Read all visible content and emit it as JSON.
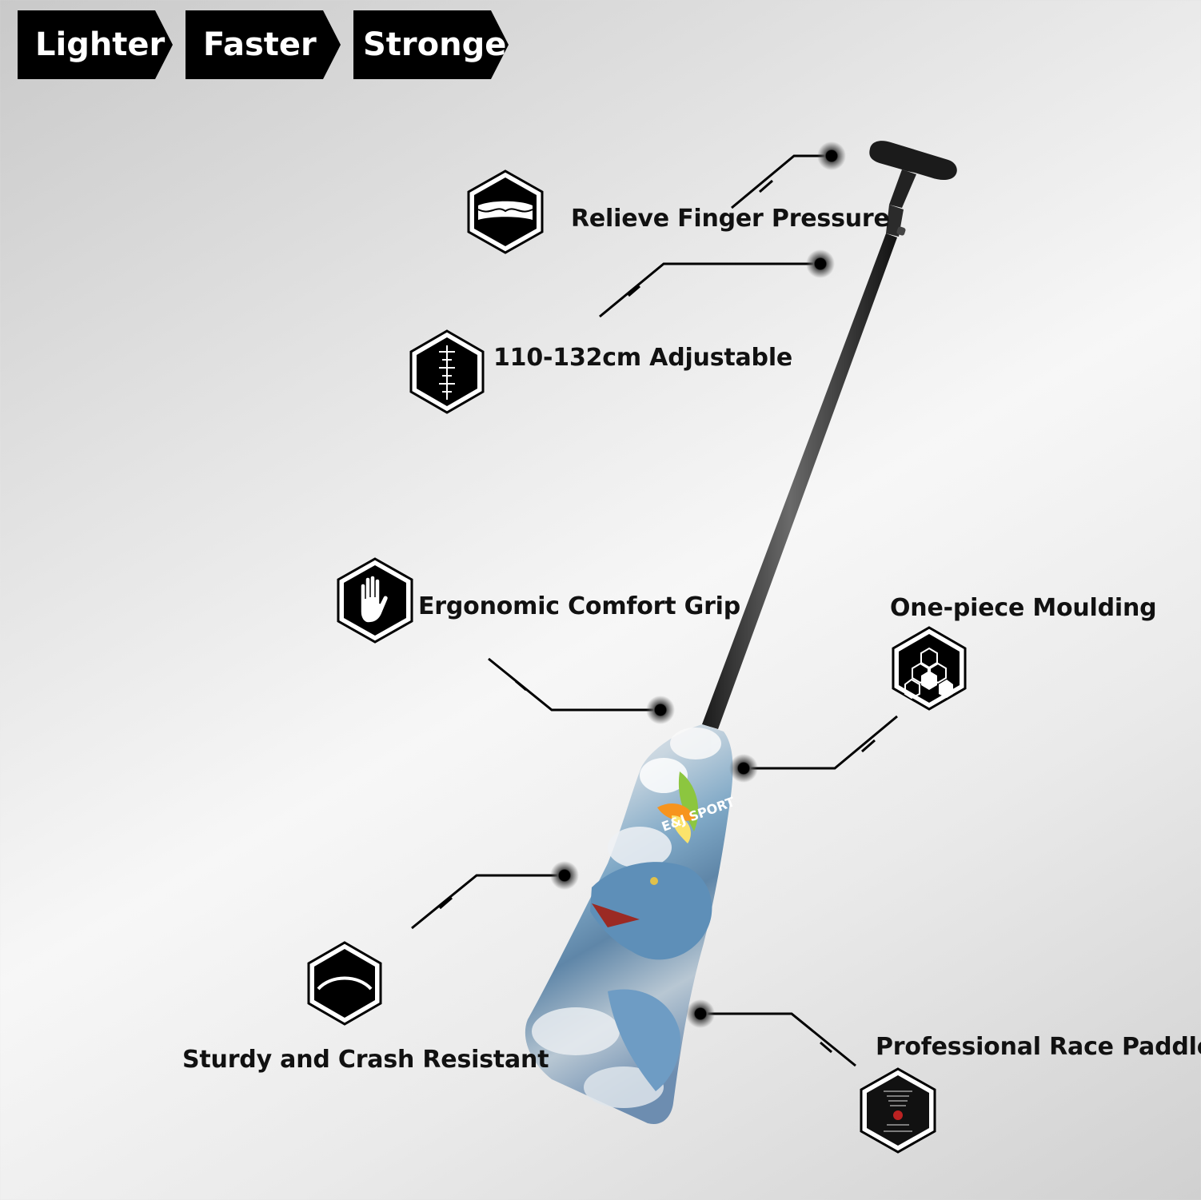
{
  "tags": [
    "Lighter",
    "Faster",
    "Stronger"
  ],
  "features": {
    "finger_pressure": {
      "label": "Relieve Finger Pressure",
      "icon": "grip-pad-icon"
    },
    "adjustable": {
      "label": "110-132cm Adjustable",
      "icon": "ruler-icon"
    },
    "comfort_grip": {
      "label": "Ergonomic Comfort Grip",
      "icon": "hand-icon"
    },
    "moulding": {
      "label": "One-piece Moulding",
      "icon": "honeycomb-icon"
    },
    "crash_resistant": {
      "label": "Sturdy and Crash Resistant",
      "icon": "arc-icon"
    },
    "race_paddles": {
      "label": "Professional Race Paddles",
      "icon": "certificate-icon"
    }
  },
  "blade_brand": "E&J SPORT"
}
